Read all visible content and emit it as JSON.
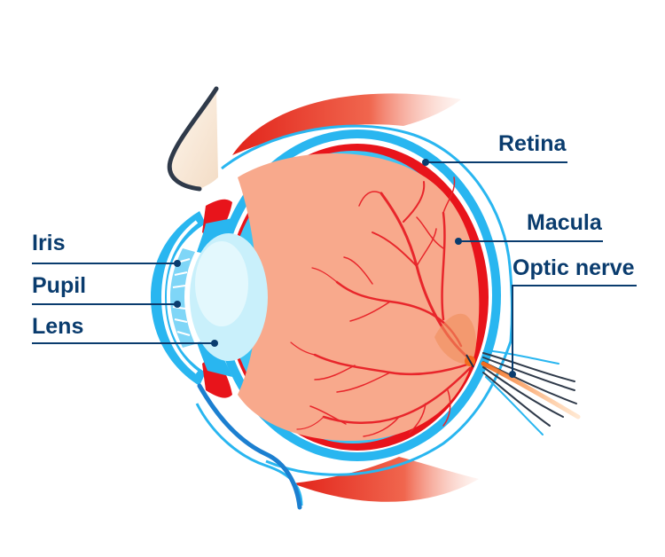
{
  "labels": {
    "retina": "Retina",
    "macula": "Macula",
    "optic_nerve": "Optic nerve",
    "iris": "Iris",
    "pupil": "Pupil",
    "lens": "Lens"
  },
  "colors": {
    "label_text": "#0a3c6e",
    "leader_line": "#0a3c6e",
    "sclera_blue": "#29b6f0",
    "choroid_red": "#e8141b",
    "vitreous": "#f8a98c",
    "lens": "#c9f0fb",
    "muscle": "#e8453a",
    "nerve": "#ff8a1d",
    "skin": "#fdf1e3"
  }
}
